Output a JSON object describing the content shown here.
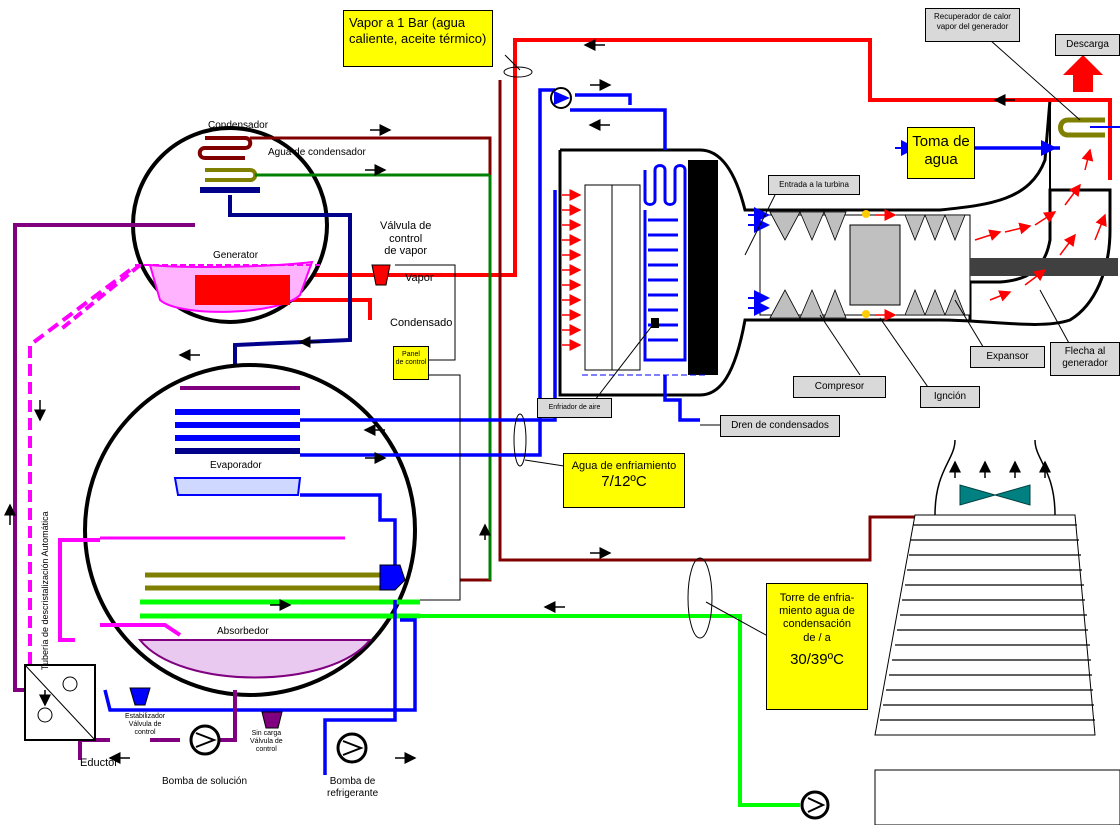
{
  "labels": {
    "vapor_box": "Vapor a  1 Bar (agua\ncaliente, aceite térmico)",
    "recuperador": "Recuperador de calor\nvapor del generador",
    "descarga": "Descarga",
    "toma": "Toma de\nagua",
    "entrada_turbina": "Entrada a la turbina",
    "condensador": "Condensador",
    "agua_condensador": "Agua de condensador",
    "valvula_vapor": "Válvula de\ncontrol\nde vapor",
    "vapor": "Vapor",
    "generator": "Generator",
    "condensado": "Condensado",
    "panel": "Panel\nde control",
    "enfriador": "Enfriador de aire",
    "compresor": "Compresor",
    "ignicion": "Ignción",
    "expansor": "Expansor",
    "flecha": "Flecha al\ngenerador",
    "dren": "Dren de condensados",
    "agua_enfriamiento": "Agua de enfriamiento",
    "temp_enfriamiento": "7/12ºC",
    "evaporador": "Evaporador",
    "absorbedor": "Absorbedor",
    "tuberia": "Tubería de descristalización Automática",
    "torre": "Torre de enfria-\nmiento agua de\ncondensación\n de / a",
    "temp_torre": "30/39ºC",
    "estabilizador": "Estabilizador\nVálvula de\ncontrol",
    "sin_carga": "Sin carga\nVálvula de\ncontrol",
    "eductor": "Eductor",
    "bomba_solucion": "Bomba de solución",
    "bomba_refrigerante": "Bomba de\nrefrigerante"
  },
  "colors": {
    "hot_water": "#ff0000",
    "chilled_water": "#0000ff",
    "condenser_water": "#00ff00",
    "solution": "#800080",
    "crystallization_line": "#ff00ff",
    "refrigerant_line": "#000080",
    "exhaust_line": "#800000",
    "olive_coil": "#808000",
    "dark_green_line": "#008000",
    "label_yellow": "#ffff00",
    "label_gray": "#d9d9d9",
    "fan_teal": "#008080"
  },
  "icons": [
    "up-arrow-icon",
    "fan-icon",
    "pump-icon",
    "valve-icon",
    "flow-arrow-icon"
  ]
}
